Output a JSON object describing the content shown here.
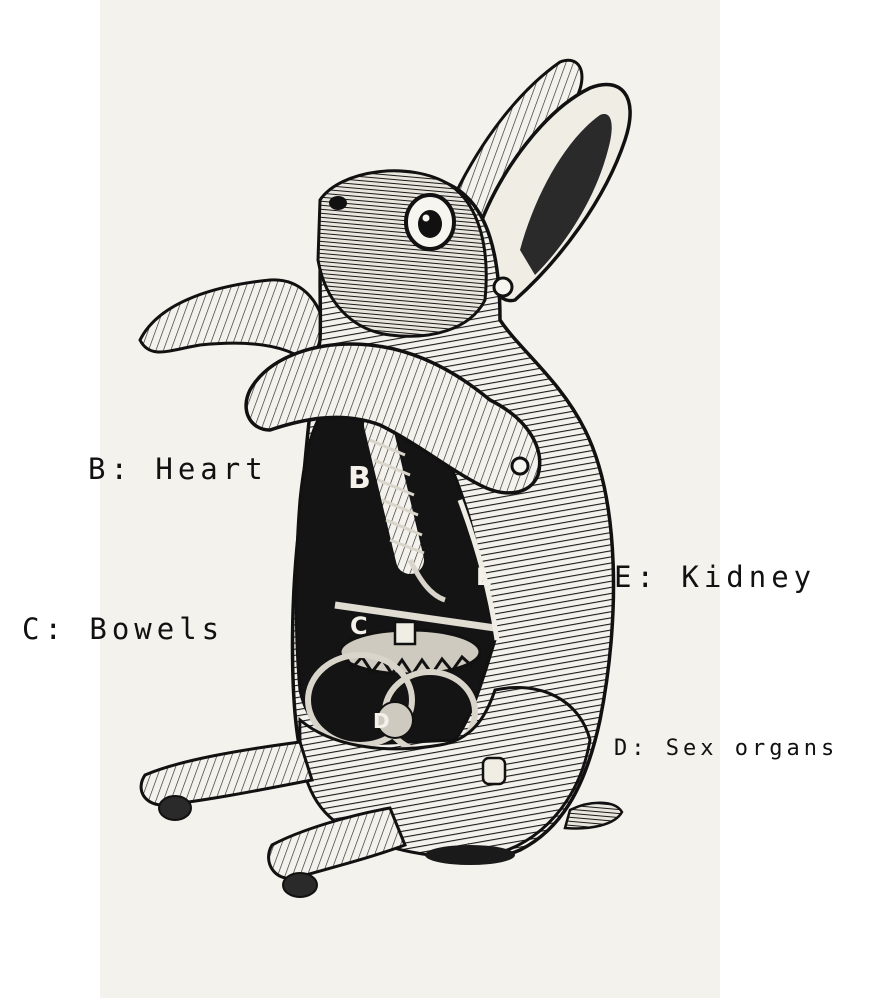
{
  "labels": {
    "heart": "B: Heart",
    "kidney": "E: Kidney",
    "bowels": "C: Bowels",
    "sex_organs": "D: Sex organs"
  },
  "inner_letters": {
    "b": "B",
    "c": "C",
    "d": "D",
    "e": "E"
  },
  "colors": {
    "background": "#ffffff",
    "paper": "#f4f2ec",
    "ink": "#111111"
  }
}
